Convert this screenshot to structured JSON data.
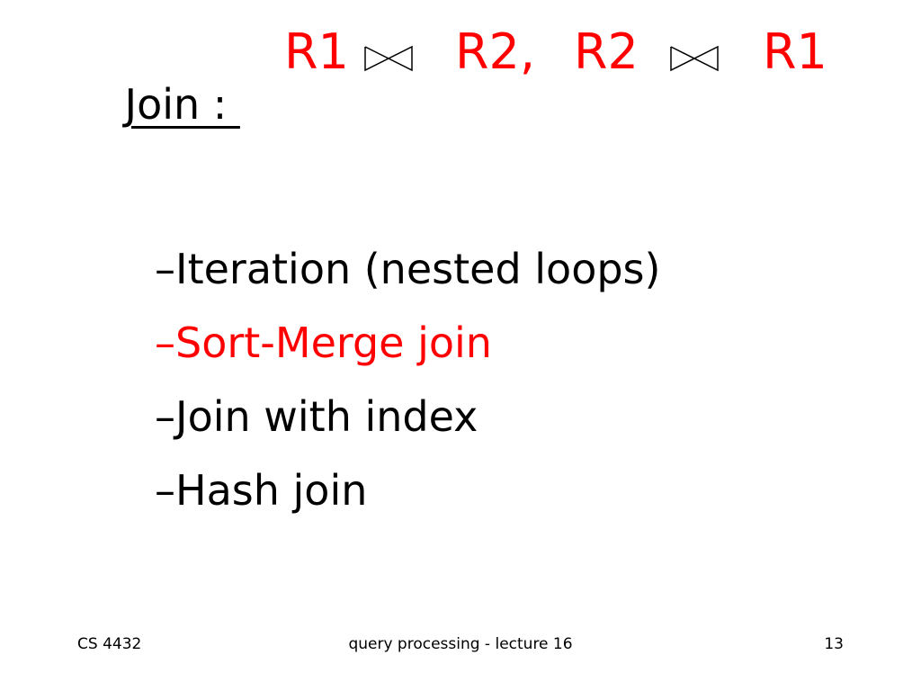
{
  "title": {
    "label": "Join : ",
    "expr_r1_a": "R1",
    "expr_r2_a": "R2,",
    "expr_r2_b": "R2",
    "expr_r1_b": "R1",
    "join_symbol": "natural-join-icon"
  },
  "bullets": [
    {
      "text": "–Iteration (nested loops)",
      "color": "#000000"
    },
    {
      "text": "–Sort-Merge join",
      "color": "#ff0000"
    },
    {
      "text": "–Join with index",
      "color": "#000000"
    },
    {
      "text": "–Hash join",
      "color": "#000000"
    }
  ],
  "footer": {
    "left": "CS 4432",
    "center": "query processing - lecture 16",
    "right": "13"
  }
}
